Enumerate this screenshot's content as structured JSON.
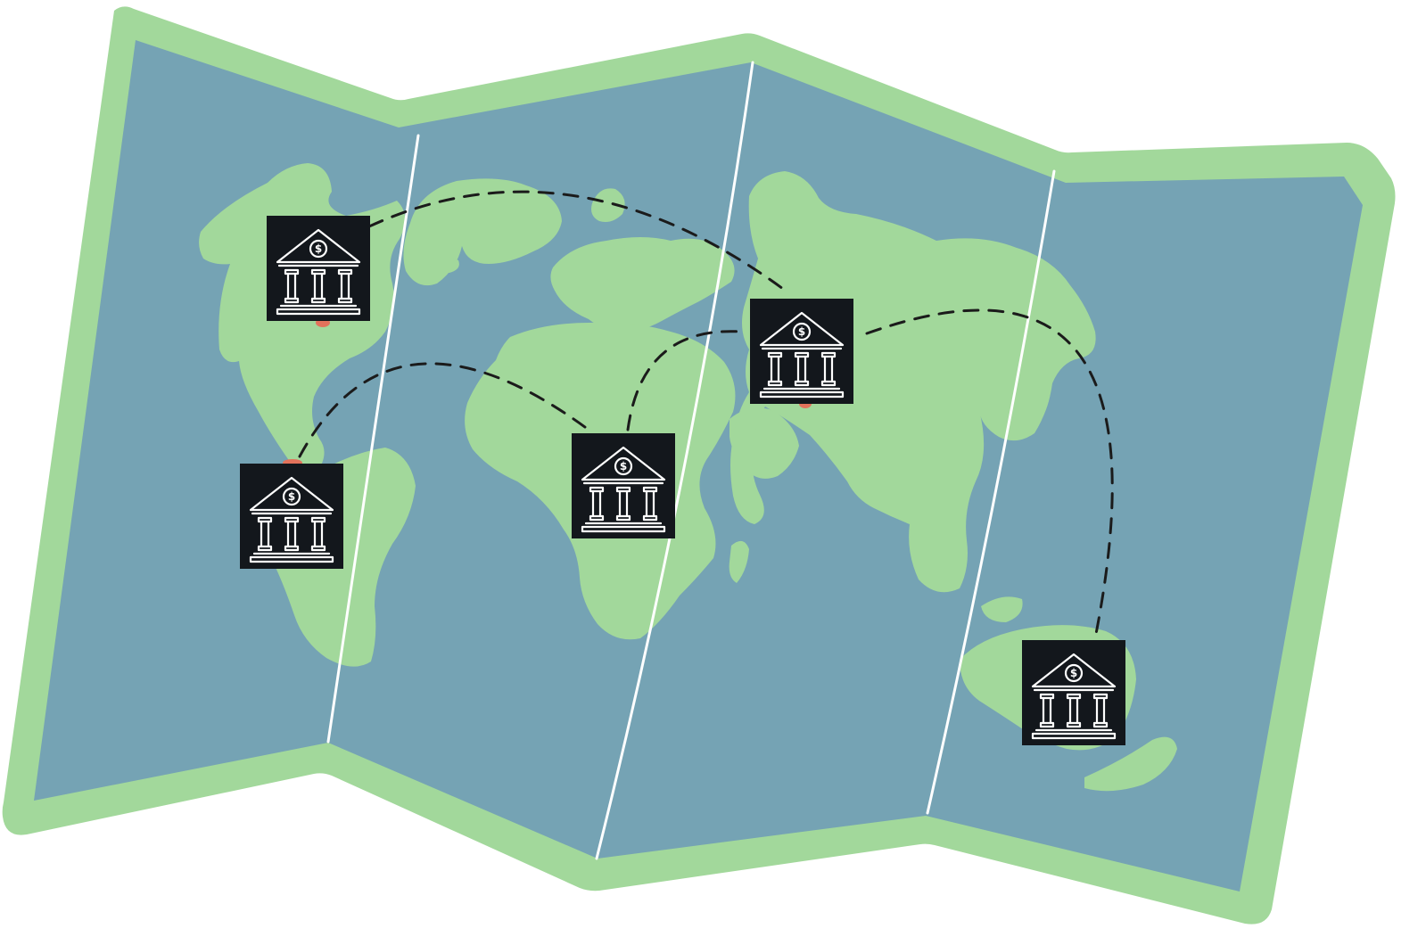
{
  "map": {
    "colors": {
      "background": "#ffffff",
      "frame": "#a2d89b",
      "ocean": "#75a3b4",
      "land": "#a2d89b",
      "fold_line": "#ffffff",
      "route": "#1b1b1b",
      "marker_bg": "#13171c",
      "marker_icon": "#ffffff",
      "pin_accent": "#e2725b"
    },
    "icon": "bank-building-dollar-icon",
    "markers": [
      {
        "id": "north-america",
        "icon": "bank-building-dollar-icon"
      },
      {
        "id": "central-america",
        "icon": "bank-building-dollar-icon"
      },
      {
        "id": "africa",
        "icon": "bank-building-dollar-icon"
      },
      {
        "id": "asia",
        "icon": "bank-building-dollar-icon"
      },
      {
        "id": "australia",
        "icon": "bank-building-dollar-icon"
      }
    ],
    "routes": [
      {
        "from": "north-america",
        "to": "asia"
      },
      {
        "from": "central-america",
        "to": "africa"
      },
      {
        "from": "africa",
        "to": "asia"
      },
      {
        "from": "asia",
        "to": "australia"
      }
    ]
  }
}
